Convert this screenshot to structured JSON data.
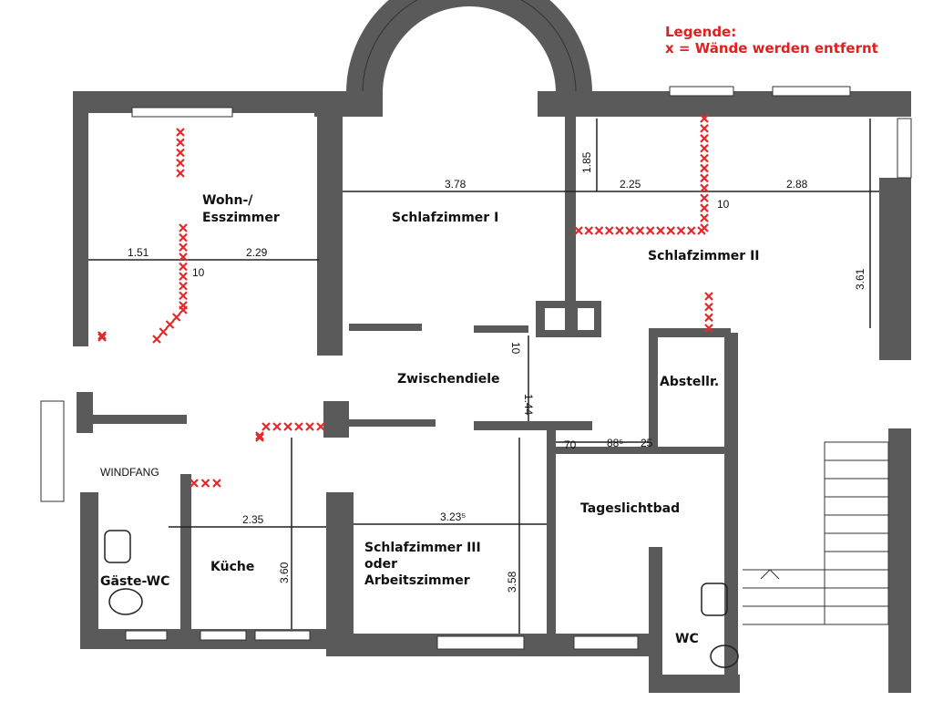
{
  "legend": {
    "title": "Legende:",
    "entry": "x = Wände werden entfernt",
    "color": "#e02020"
  },
  "rooms": {
    "wohn_line1": "Wohn-/",
    "wohn_line2": "Esszimmer",
    "schlaf1": "Schlafzimmer I",
    "schlaf2": "Schlafzimmer II",
    "zwischendiele": "Zwischendiele",
    "abstellr": "Abstellr.",
    "windfang": "WINDFANG",
    "tageslichtbad": "Tageslichtbad",
    "schlaf3_line1": "Schlafzimmer III",
    "schlaf3_line2": "oder",
    "schlaf3_line3": "Arbeitszimmer",
    "kueche": "Küche",
    "gaeste_wc": "Gäste-WC",
    "wc": "WC"
  },
  "dimensions": {
    "wohn_left": "1.51",
    "wohn_right": "2.29",
    "wohn_wall": "10",
    "schlaf1_width": "3.78",
    "schlaf2_depth_top": "1.85",
    "schlaf2_left": "2.25",
    "schlaf2_right": "2.88",
    "schlaf2_wall": "10",
    "schlaf2_depth": "3.61",
    "diele_depth": "1.44",
    "diele_wall": "10",
    "bath_70": "70",
    "bath_88": "88⁵",
    "bath_25": "25",
    "kueche_width": "2.35",
    "kueche_depth": "3.60",
    "schlaf3_width": "3.23⁵",
    "schlaf3_depth": "3.58"
  }
}
